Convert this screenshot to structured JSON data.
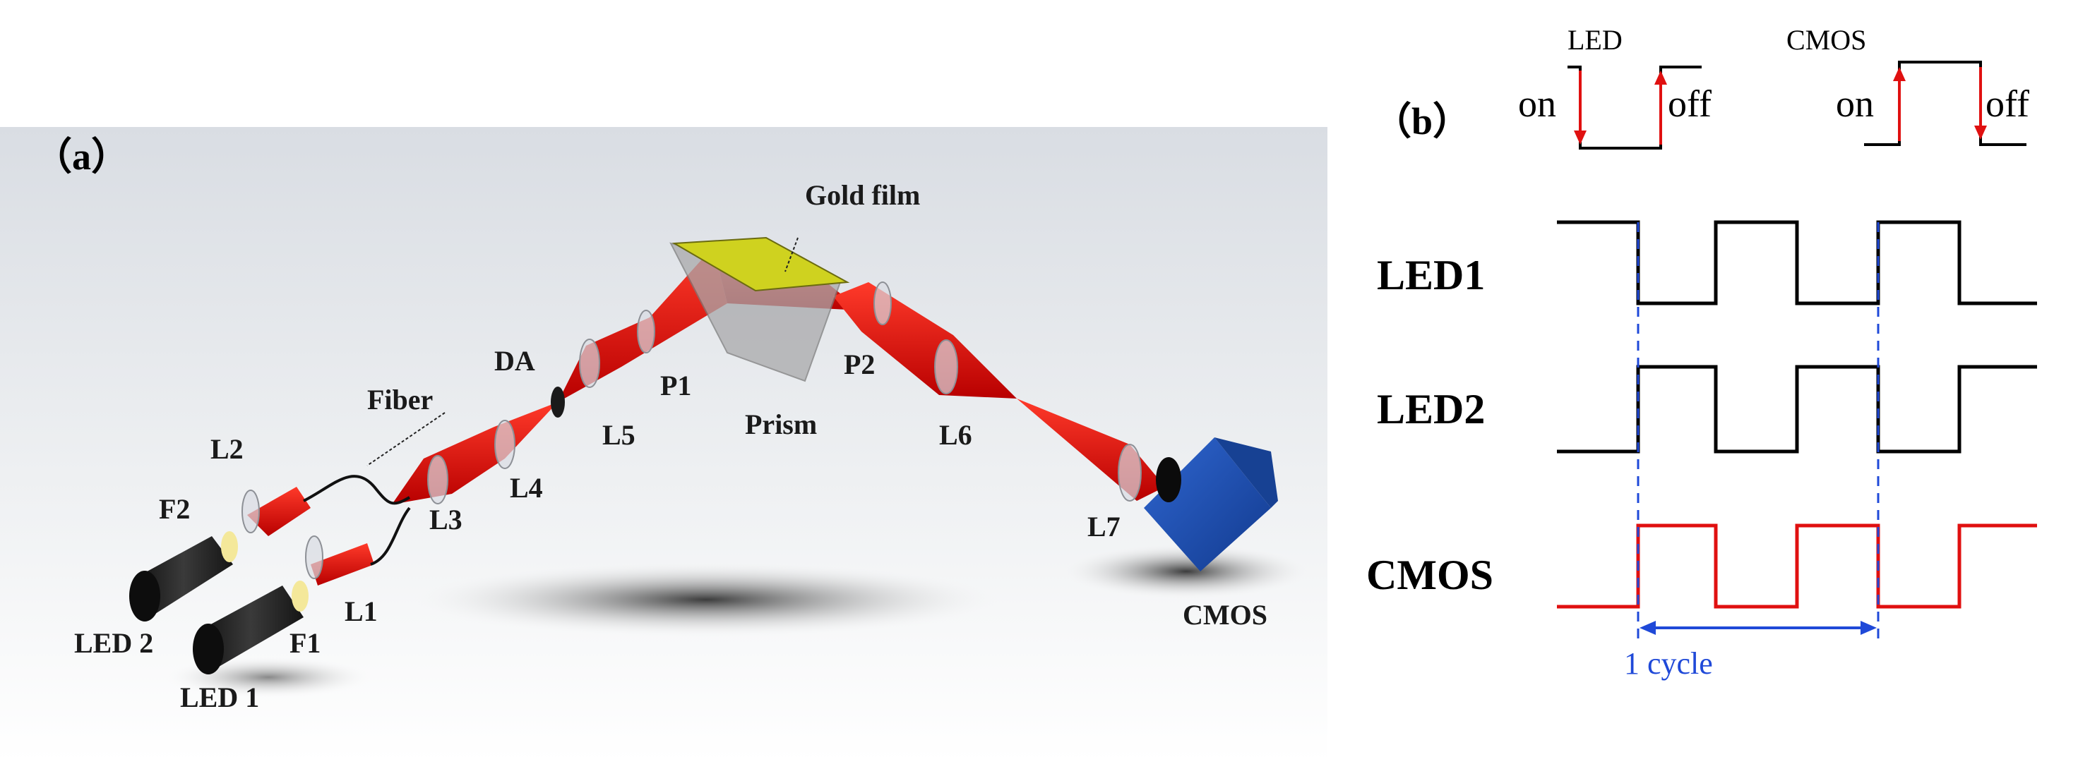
{
  "panel_a": {
    "label": "（a）",
    "components": {
      "gold_film": "Gold film",
      "prism": "Prism",
      "fiber": "Fiber",
      "da": "DA",
      "p1": "P1",
      "p2": "P2",
      "l1": "L1",
      "l2": "L2",
      "l3": "L3",
      "l4": "L4",
      "l5": "L5",
      "l6": "L6",
      "l7": "L7",
      "f1": "F1",
      "f2": "F2",
      "led1": "LED 1",
      "led2": "LED 2",
      "cmos": "CMOS"
    },
    "colors": {
      "beam": "#e01010",
      "film": "#d2d21c",
      "camera": "#1c4fb5",
      "led_body": "#2a2a2a"
    }
  },
  "panel_b": {
    "label": "（b）",
    "legend": {
      "led_title": "LED",
      "cmos_title": "CMOS",
      "on": "on",
      "off": "off"
    },
    "signals": {
      "led1": "LED1",
      "led2": "LED2",
      "cmos": "CMOS"
    },
    "cycle_label": "1 cycle",
    "colors": {
      "led_signal": "#000000",
      "cmos_signal": "#e01010",
      "marker": "#1f49d8"
    }
  }
}
